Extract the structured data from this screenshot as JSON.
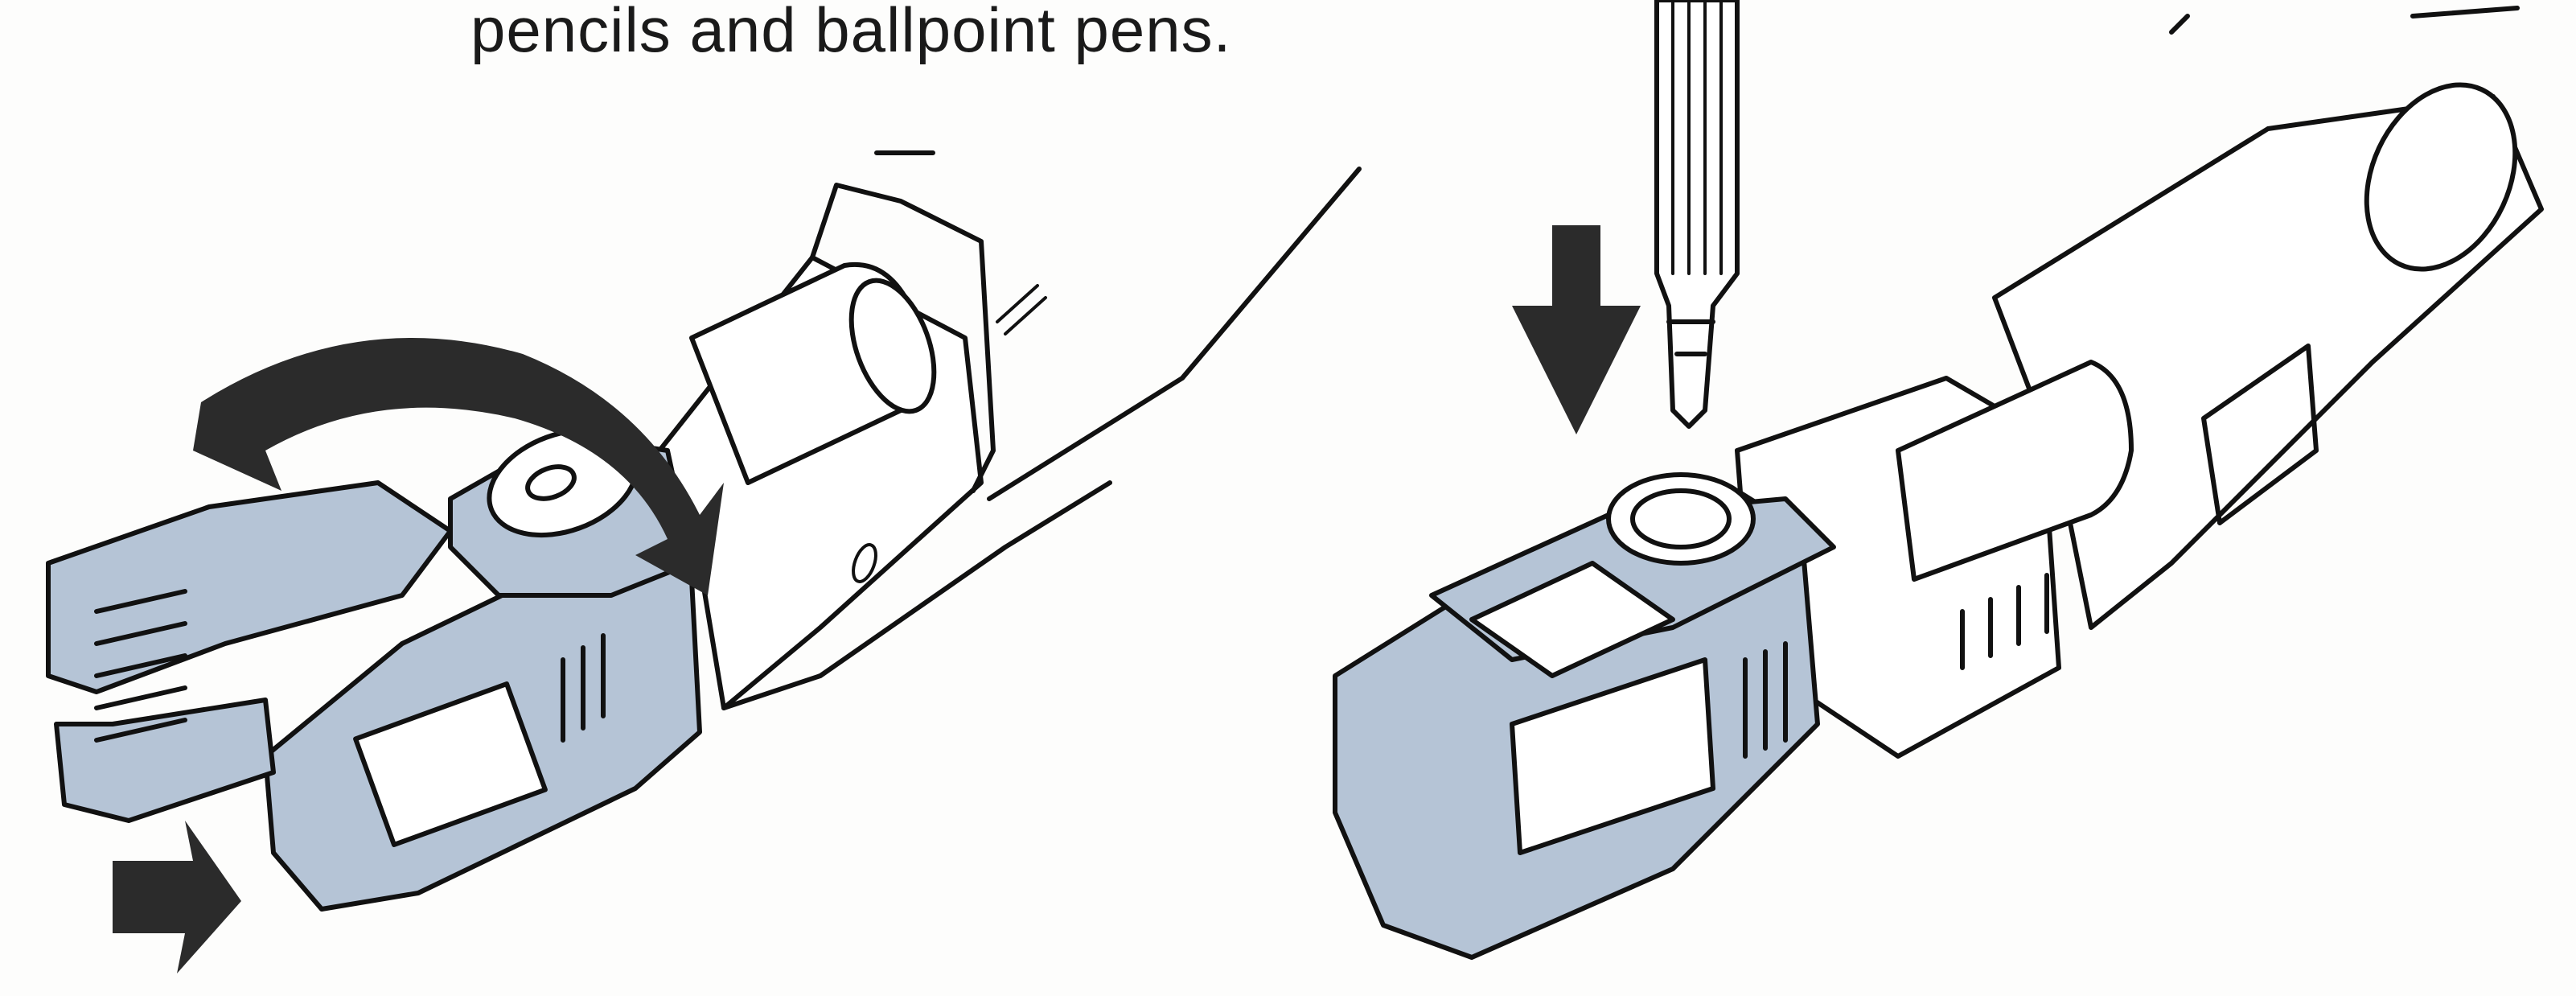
{
  "caption": {
    "text": "pencils and ballpoint pens."
  },
  "colors": {
    "body": "#b5c4d6",
    "arrow": "#2b2b2b",
    "line": "#111111"
  },
  "figures": [
    {
      "name": "left-figure",
      "parts": [
        "pen-holder-clip",
        "rotate-arrow",
        "push-arrow"
      ]
    },
    {
      "name": "right-figure",
      "parts": [
        "pen-holder-clip",
        "pen-tip",
        "insert-arrow"
      ]
    }
  ]
}
